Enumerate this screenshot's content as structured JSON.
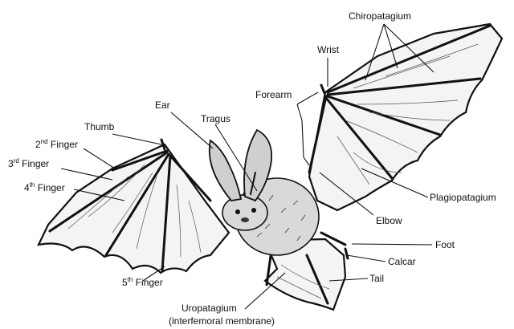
{
  "labels": {
    "chiropatagium": "Chiropatagium",
    "wrist": "Wrist",
    "forearm": "Forearm",
    "ear": "Ear",
    "tragus": "Tragus",
    "thumb": "Thumb",
    "finger2_num": "2",
    "finger2_sup": "nd",
    "finger2_word": " Finger",
    "finger3_num": "3",
    "finger3_sup": "rd",
    "finger3_word": " Finger",
    "finger4_num": "4",
    "finger4_sup": "th",
    "finger4_word": " Finger",
    "finger5_num": "5",
    "finger5_sup": "th",
    "finger5_word": " Finger",
    "plagiopatagium": "Plagiopatagium",
    "elbow": "Elbow",
    "foot": "Foot",
    "calcar": "Calcar",
    "tail": "Tail",
    "uropatagium": "Uropatagium",
    "uropatagium_sub": "(interfemoral membrane)"
  },
  "colors": {
    "ink": "#111111",
    "membrane": "#f4f4f4",
    "fur": "#d9d9d9"
  }
}
